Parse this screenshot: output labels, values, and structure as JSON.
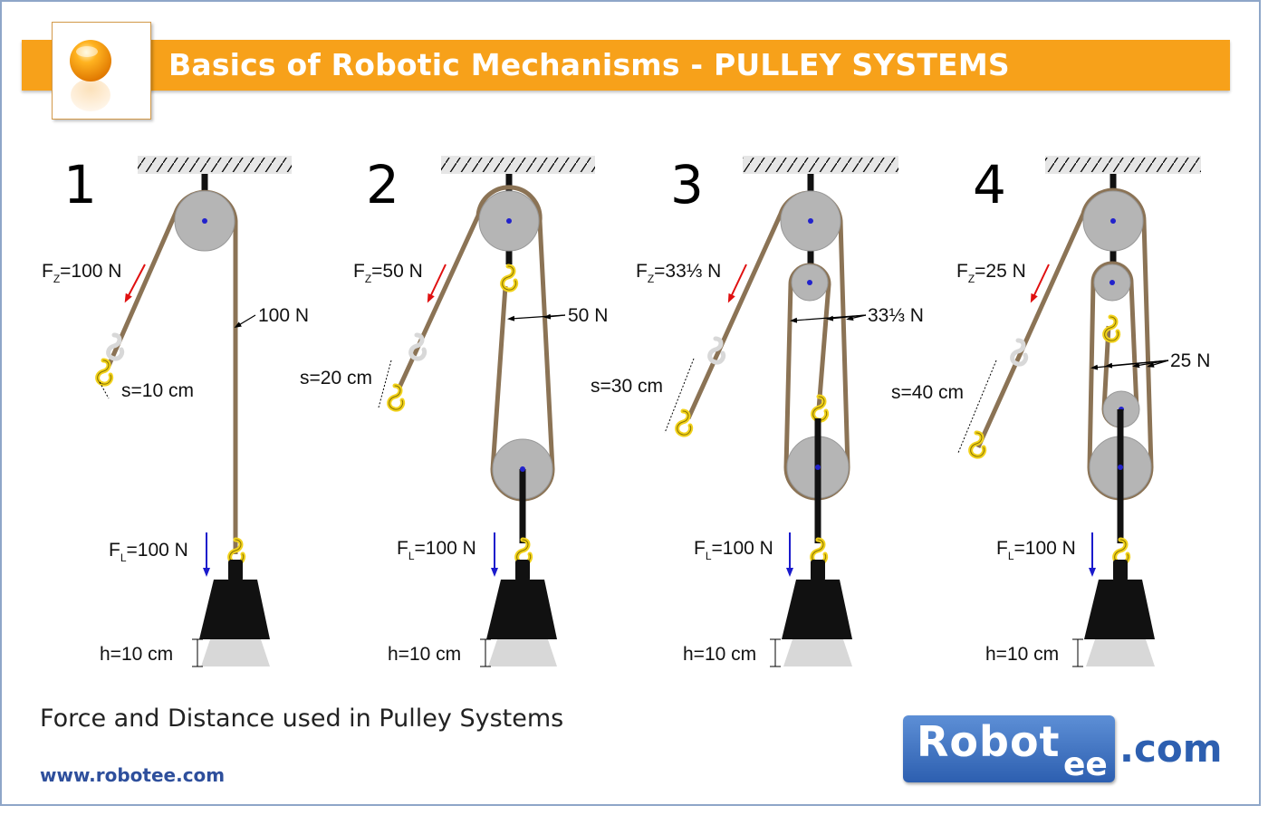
{
  "header": {
    "title": "Basics of Robotic Mechanisms - PULLEY SYSTEMS"
  },
  "diagrams": [
    {
      "number": "1",
      "fz_label": "F",
      "fz_sub": "Z",
      "fz_value": "=100 N",
      "rope_tension": "100 N",
      "distance": "s=10 cm",
      "fl_label": "F",
      "fl_sub": "L",
      "fl_value": "=100 N",
      "height": "h=10 cm"
    },
    {
      "number": "2",
      "fz_label": "F",
      "fz_sub": "Z",
      "fz_value": "=50 N",
      "rope_tension": "50 N",
      "distance": "s=20 cm",
      "fl_label": "F",
      "fl_sub": "L",
      "fl_value": "=100 N",
      "height": "h=10 cm"
    },
    {
      "number": "3",
      "fz_label": "F",
      "fz_sub": "Z",
      "fz_value": "=33⅓ N",
      "rope_tension": "33⅓ N",
      "distance": "s=30 cm",
      "fl_label": "F",
      "fl_sub": "L",
      "fl_value": "=100 N",
      "height": "h=10 cm"
    },
    {
      "number": "4",
      "fz_label": "F",
      "fz_sub": "Z",
      "fz_value": "=25 N",
      "rope_tension": "25 N",
      "distance": "s=40 cm",
      "fl_label": "F",
      "fl_sub": "L",
      "fl_value": "=100 N",
      "height": "h=10 cm"
    }
  ],
  "caption": "Force and Distance used in Pulley Systems",
  "footer": {
    "url": "www.robotee.com"
  },
  "logo": {
    "main": "Robot",
    "sub": "ee",
    "tld": ".com"
  },
  "colors": {
    "banner": "#f7a11a",
    "rope": "#8b7355",
    "pulley": "#b3b3b3",
    "hook": "#f2d21b",
    "load": "#111111",
    "force_red": "#e01010",
    "force_blue": "#1a1acc"
  },
  "icons": [
    "orange-orb-icon",
    "pulley-icon",
    "hook-icon",
    "weight-icon",
    "force-arrow-icon"
  ]
}
